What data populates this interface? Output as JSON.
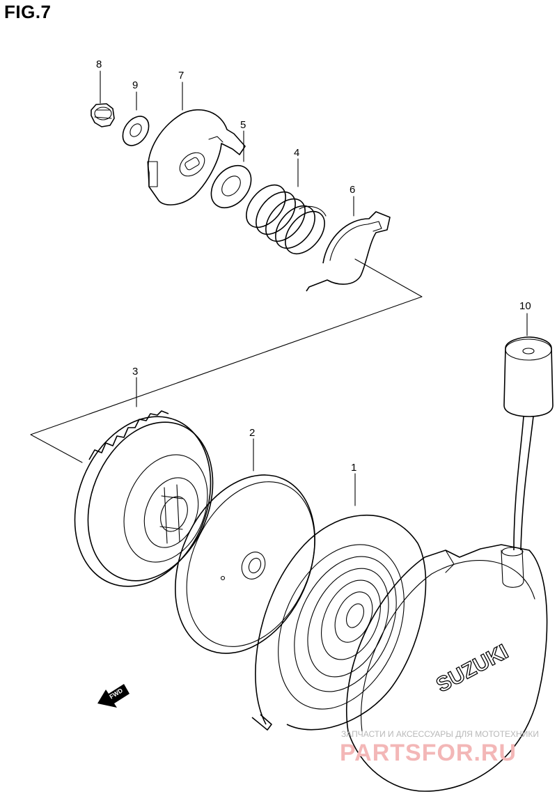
{
  "figure": {
    "title": "FIG.7"
  },
  "parts": [
    {
      "id": "8",
      "label": "8"
    },
    {
      "id": "9",
      "label": "9"
    },
    {
      "id": "7",
      "label": "7"
    },
    {
      "id": "5",
      "label": "5"
    },
    {
      "id": "4",
      "label": "4"
    },
    {
      "id": "6",
      "label": "6"
    },
    {
      "id": "10",
      "label": "10"
    },
    {
      "id": "3",
      "label": "3"
    },
    {
      "id": "2",
      "label": "2"
    },
    {
      "id": "1",
      "label": "1"
    }
  ],
  "direction": {
    "label": "FWD"
  },
  "cover": {
    "brand": "SUZUKI"
  },
  "watermark": {
    "tagline": "ЗАПЧАСТИ И АКСЕССУАРЫ ДЛЯ МОТОТЕХНИКИ",
    "site": "PARTSFOR.RU"
  }
}
